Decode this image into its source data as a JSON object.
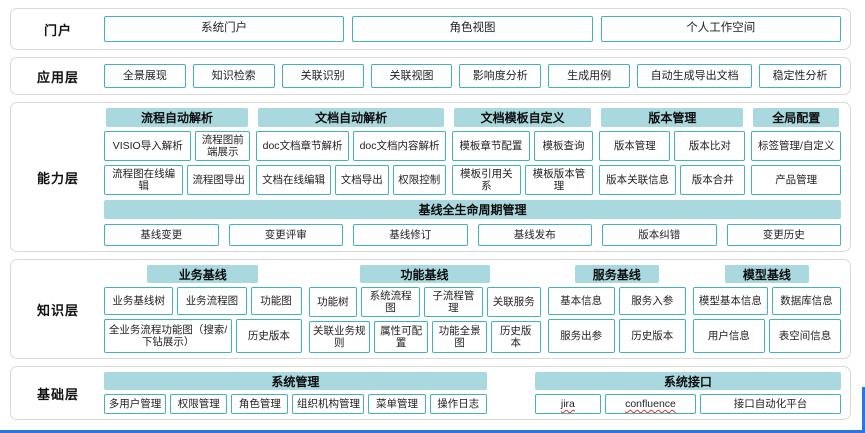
{
  "colors": {
    "header_fill": "#a9d9de",
    "item_border": "#43b1bf",
    "row_border": "#d9d9d9",
    "edge_blue": "#2c74e0"
  },
  "portal": {
    "label": "门户",
    "items": [
      "系统门户",
      "角色视图",
      "个人工作空间"
    ]
  },
  "app": {
    "label": "应用层",
    "items": [
      "全景展现",
      "知识检索",
      "关联识别",
      "关联视图",
      "影响度分析",
      "生成用例",
      "自动生成导出文档",
      "稳定性分析"
    ]
  },
  "capability": {
    "label": "能力层",
    "groups": [
      {
        "title": "流程自动解析",
        "r1": [
          "VISIO导入解析",
          "流程图前端展示"
        ],
        "r2": [
          "流程图在线编辑",
          "流程图导出"
        ]
      },
      {
        "title": "文档自动解析",
        "r1": [
          "doc文档章节解析",
          "doc文档内容解析"
        ],
        "r2": [
          "文档在线编辑",
          "文档导出",
          "权限控制"
        ]
      },
      {
        "title": "文档模板自定义",
        "r1": [
          "模板章节配置",
          "模板查询"
        ],
        "r2": [
          "模板引用关系",
          "模板版本管理"
        ]
      },
      {
        "title": "版本管理",
        "r1": [
          "版本管理",
          "版本比对"
        ],
        "r2": [
          "版本关联信息",
          "版本合并"
        ]
      },
      {
        "title": "全局配置",
        "r1": [
          "标签管理/自定义"
        ],
        "r2": [
          "产品管理"
        ]
      }
    ],
    "baseline": {
      "title": "基线全生命周期管理",
      "items": [
        "基线变更",
        "变更评审",
        "基线修订",
        "基线发布",
        "版本纠错",
        "变更历史"
      ]
    }
  },
  "knowledge": {
    "label": "知识层",
    "groups": [
      {
        "title": "业务基线",
        "r1": [
          "业务基线树",
          "业务流程图",
          "功能图"
        ],
        "r2": [
          "全业务流程功能图（搜索/下钻展示）",
          "历史版本"
        ]
      },
      {
        "title": "功能基线",
        "r1": [
          "功能树",
          "系统流程图",
          "子流程管理",
          "关联服务"
        ],
        "r2": [
          "关联业务规则",
          "属性可配置",
          "功能全景图",
          "历史版本"
        ]
      },
      {
        "title": "服务基线",
        "r1": [
          "基本信息",
          "服务入参"
        ],
        "r2": [
          "服务出参",
          "历史版本"
        ]
      },
      {
        "title": "模型基线",
        "r1": [
          "模型基本信息",
          "数据库信息"
        ],
        "r2": [
          "用户信息",
          "表空间信息"
        ]
      }
    ]
  },
  "base": {
    "label": "基础层",
    "groups": [
      {
        "title": "系统管理",
        "items": [
          "多用户管理",
          "权限管理",
          "角色管理",
          "组织机构管理",
          "菜单管理",
          "操作日志"
        ]
      },
      {
        "title": "系统接口",
        "items": [
          "jira",
          "confluence",
          "接口自动化平台"
        ]
      }
    ]
  }
}
